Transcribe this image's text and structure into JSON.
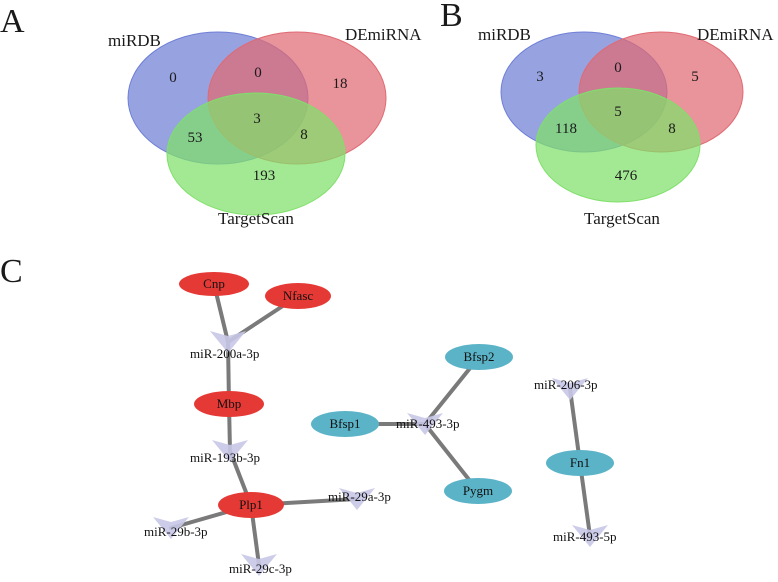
{
  "panels": [
    {
      "letter": "A",
      "sets": {
        "mirdb": "miRDB",
        "demirna": "DEmiRNA",
        "targetscan": "TargetScan"
      },
      "counts": {
        "mirdb_only": "0",
        "mirdb_demirna": "0",
        "demirna_only": "18",
        "all_three": "3",
        "mirdb_targetscan": "53",
        "demirna_targetscan": "8",
        "targetscan_only": "193"
      }
    },
    {
      "letter": "B",
      "sets": {
        "mirdb": "miRDB",
        "demirna": "DEmiRNA",
        "targetscan": "TargetScan"
      },
      "counts": {
        "mirdb_only": "3",
        "mirdb_demirna": "0",
        "demirna_only": "5",
        "all_three": "5",
        "mirdb_targetscan": "118",
        "demirna_targetscan": "8",
        "targetscan_only": "476"
      }
    },
    {
      "letter": "C"
    }
  ],
  "colors": {
    "mirdb": "#6f7fd6",
    "demirna": "#e06a73",
    "targetscan": "#7fe06a",
    "gene_up": "#e53935",
    "gene_down": "#5bb3c7",
    "mirna": "#c8c8e8",
    "edge": "#7a7a7a"
  },
  "network": {
    "genes": [
      {
        "id": "cnp",
        "label": "Cnp",
        "group": "gene_up"
      },
      {
        "id": "nfasc",
        "label": "Nfasc",
        "group": "gene_up"
      },
      {
        "id": "mbp",
        "label": "Mbp",
        "group": "gene_up"
      },
      {
        "id": "plp1",
        "label": "Plp1",
        "group": "gene_up"
      },
      {
        "id": "bfsp2",
        "label": "Bfsp2",
        "group": "gene_down"
      },
      {
        "id": "bfsp1",
        "label": "Bfsp1",
        "group": "gene_down"
      },
      {
        "id": "pygm",
        "label": "Pygm",
        "group": "gene_down"
      },
      {
        "id": "fn1",
        "label": "Fn1",
        "group": "gene_down"
      }
    ],
    "mirnas": [
      {
        "id": "m200a",
        "label": "miR-200a-3p"
      },
      {
        "id": "m193b",
        "label": "miR-193b-3p"
      },
      {
        "id": "m29a",
        "label": "miR-29a-3p"
      },
      {
        "id": "m29b",
        "label": "miR-29b-3p"
      },
      {
        "id": "m29c",
        "label": "miR-29c-3p"
      },
      {
        "id": "m493_3p",
        "label": "miR-493-3p"
      },
      {
        "id": "m206",
        "label": "miR-206-3p"
      },
      {
        "id": "m493_5p",
        "label": "miR-493-5p"
      }
    ],
    "edges": [
      [
        "cnp",
        "m200a"
      ],
      [
        "nfasc",
        "m200a"
      ],
      [
        "m200a",
        "mbp"
      ],
      [
        "mbp",
        "m193b"
      ],
      [
        "m193b",
        "plp1"
      ],
      [
        "plp1",
        "m29a"
      ],
      [
        "plp1",
        "m29b"
      ],
      [
        "plp1",
        "m29c"
      ],
      [
        "bfsp2",
        "m493_3p"
      ],
      [
        "bfsp1",
        "m493_3p"
      ],
      [
        "m493_3p",
        "pygm"
      ],
      [
        "m206",
        "fn1"
      ],
      [
        "fn1",
        "m493_5p"
      ]
    ]
  }
}
